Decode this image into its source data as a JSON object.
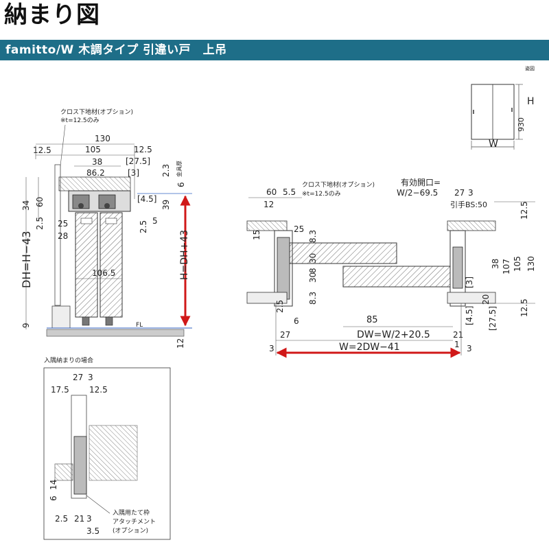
{
  "header": {
    "title": "納まり図",
    "subtitle": "famitto/W 木調タイプ 引違い戸　上吊"
  },
  "key_plan": {
    "label": "姿図",
    "w": "W",
    "h": "H",
    "dim930": "930"
  },
  "section": {
    "note1": "クロス下地材(オプション)",
    "note2": "※t=12.5のみ",
    "d130": "130",
    "d12_5a": "12.5",
    "d105": "105",
    "d12_5b": "12.5",
    "d38": "38",
    "d27_5": "[27.5]",
    "d86_2": "86.2",
    "d3": "[3]",
    "d2_3": "2.3",
    "d6": "6",
    "kanagu": "金具厚",
    "d4_5": "[4.5]",
    "d39": "39",
    "d34": "34",
    "d60": "60",
    "d2_5a": "2.5",
    "d25": "25",
    "d28": "28",
    "d2_5b": "2.5",
    "d5": "5",
    "d106_5": "106.5",
    "dh": "DH=H−43",
    "h": "H=DH+43",
    "d9": "9",
    "fl": "FL",
    "d12": "12"
  },
  "plan": {
    "d60": "60",
    "d5_5": "5.5",
    "note1": "クロス下地材(オプション)",
    "note2": "※t=12.5のみ",
    "opening1": "有効開口=",
    "opening2": "W/2−69.5",
    "d27": "27",
    "d3": "3",
    "hikite": "引手BS:50",
    "d12": "12",
    "d25": "25",
    "d15": "15",
    "d8_3a": "8.3",
    "d30": "30",
    "d8": "8",
    "d30b": "30",
    "d8_3b": "8.3",
    "d2_5": "2.5",
    "d6": "6",
    "d27b": "27",
    "d85": "85",
    "dw": "DW=W/2+20.5",
    "d21": "21",
    "d1": "1",
    "d3l": "3",
    "d3r": "3",
    "w": "W=2DW−41",
    "d12_5a": "12.5",
    "d130": "130",
    "d105": "105",
    "d107": "107",
    "d38": "38",
    "d3b": "[3]",
    "d20": "20",
    "d12_5b": "12.5",
    "d4_5": "[4.5]",
    "d27_5": "[27.5]"
  },
  "corner": {
    "title": "入隅納まりの場合",
    "d27": "27",
    "d3": "3",
    "d17_5": "17.5",
    "d12_5": "12.5",
    "d14": "14",
    "d6": "6",
    "d2_5": "2.5",
    "d21": "21",
    "d3b": "3",
    "d3_5": "3.5",
    "note1": "入隅用たて枠",
    "note2": "アタッチメント",
    "note3": "(オプション)"
  },
  "colors": {
    "header_bar": "#1e6e88",
    "arrow": "#d01818",
    "fl_line": "#3060c0",
    "hatch": "#555555"
  }
}
